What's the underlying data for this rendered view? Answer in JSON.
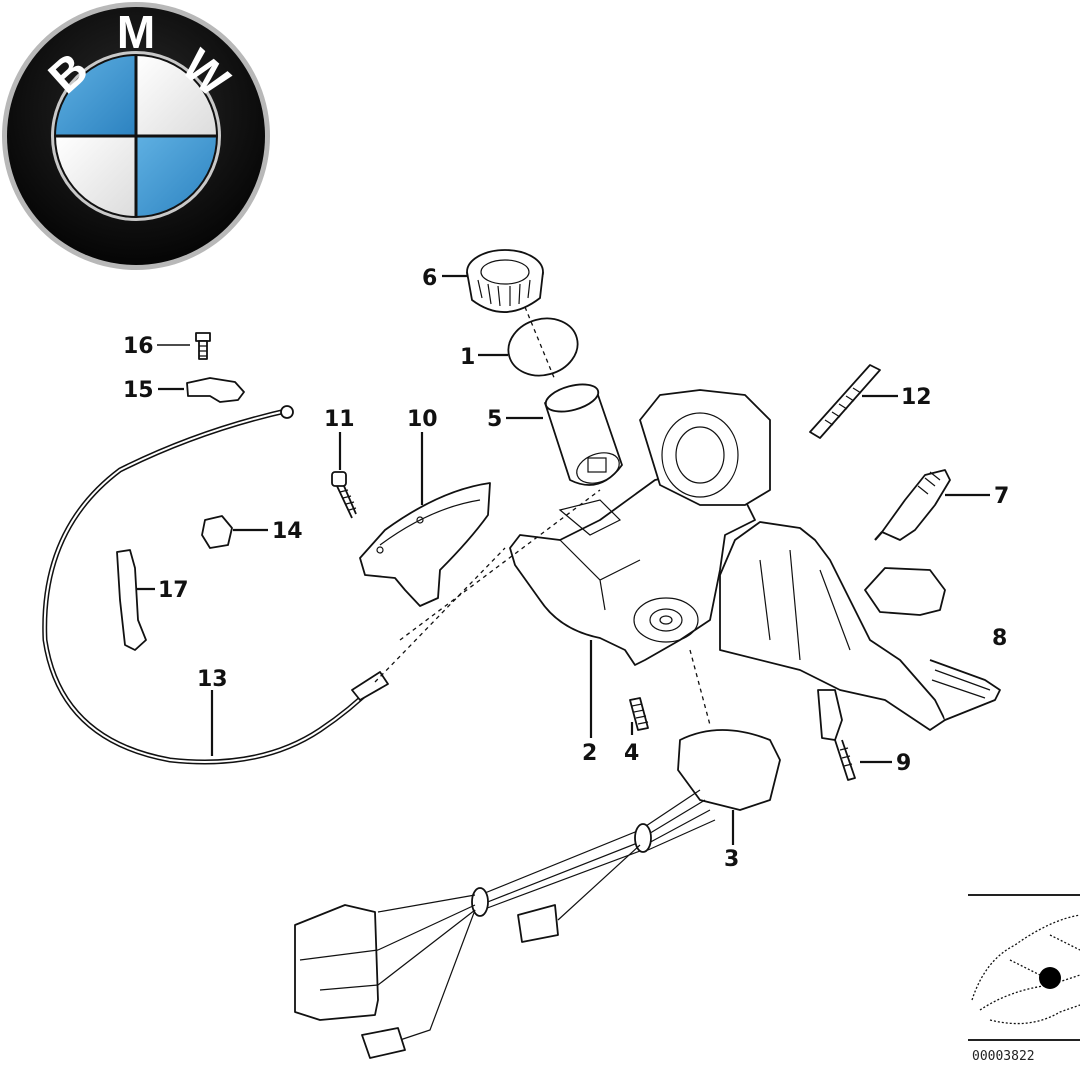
{
  "logo": {
    "brand": "BMW",
    "letters": [
      "B",
      "M",
      "W"
    ],
    "colors": {
      "ring": "#0b0b0b",
      "blue": "#3a93cf",
      "white": "#f4f4f4",
      "rim": "#9a9a9a"
    }
  },
  "diagram": {
    "title": "Ignition lock / steering lock housing exploded view",
    "callouts": [
      {
        "id": "1",
        "label": "1"
      },
      {
        "id": "2",
        "label": "2"
      },
      {
        "id": "3",
        "label": "3"
      },
      {
        "id": "4",
        "label": "4"
      },
      {
        "id": "5",
        "label": "5"
      },
      {
        "id": "6",
        "label": "6"
      },
      {
        "id": "7",
        "label": "7"
      },
      {
        "id": "8",
        "label": "8"
      },
      {
        "id": "9",
        "label": "9"
      },
      {
        "id": "10",
        "label": "10"
      },
      {
        "id": "11",
        "label": "11"
      },
      {
        "id": "12",
        "label": "12"
      },
      {
        "id": "13",
        "label": "13"
      },
      {
        "id": "14",
        "label": "14"
      },
      {
        "id": "15",
        "label": "15"
      },
      {
        "id": "16",
        "label": "16"
      },
      {
        "id": "17",
        "label": "17"
      }
    ]
  },
  "inset": {
    "code": "00003822"
  }
}
